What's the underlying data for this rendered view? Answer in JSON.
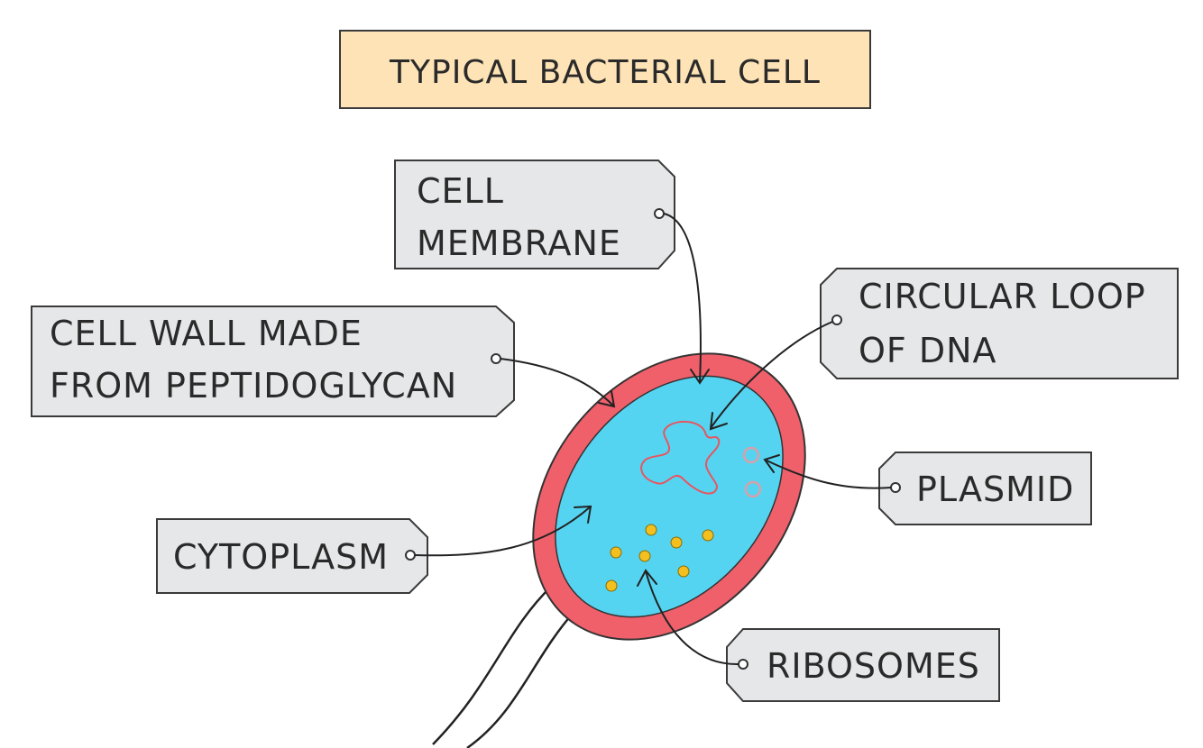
{
  "title": "TYPICAL BACTERIAL CELL",
  "labels": {
    "cell_membrane": [
      "CELL",
      "MEMBRANE"
    ],
    "cell_wall": [
      "CELL  WALL  MADE",
      "FROM  PEPTIDOGLYCAN"
    ],
    "dna": [
      "CIRCULAR  LOOP",
      "OF  DNA"
    ],
    "plasmid": [
      "PLASMID"
    ],
    "cytoplasm": [
      "CYTOPLASM"
    ],
    "ribosomes": [
      "RIBOSOMES"
    ]
  },
  "colors": {
    "title_box": "#fde3b6",
    "label_box": "#e6e7e8",
    "cell_wall": "#f0606b",
    "cytoplasm": "#55d4f2",
    "dna": "#e8555f",
    "plasmid": "#d9a0a8",
    "ribosome": "#f4c020"
  }
}
